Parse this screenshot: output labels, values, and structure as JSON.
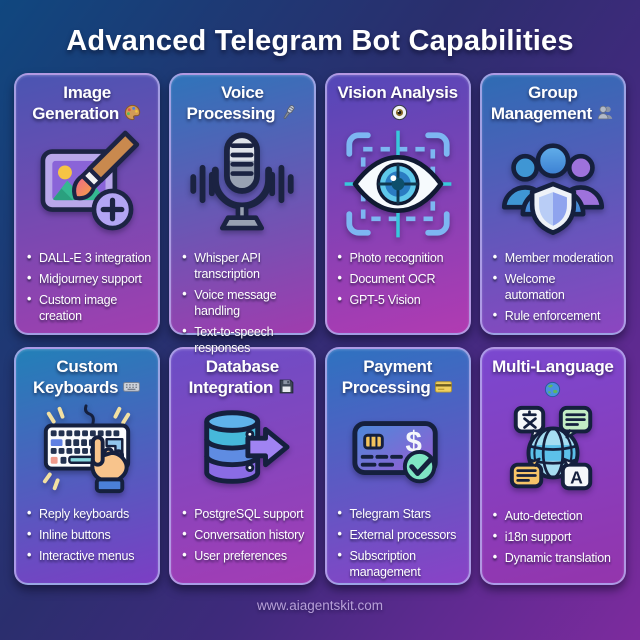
{
  "page": {
    "title": "Advanced Telegram Bot Capabilities",
    "footer": "www.aiagentskit.com"
  },
  "colors": {
    "background_top_left": "#10477f",
    "background_bottom_right": "#7d2b9e",
    "card_border": "#bab2f0",
    "title_text": "#ffffff",
    "bullet_text": "#ffffff",
    "footer_text": "#b7a0d8",
    "payment_check_green": "#7fe6c4",
    "icon_outline_navy": "#15203e"
  },
  "icon_text": {
    "payment_symbol": "$",
    "multilang_letter": "A"
  },
  "cards": [
    {
      "title": "Image Generation",
      "emoji": "🎨",
      "icon": "image-frame-with-paintbrush-and-plus",
      "gradient": [
        "#4a55b2",
        "#a13fb0"
      ],
      "bullets": [
        "DALL-E 3 integration",
        "Midjourney support",
        "Custom image creation"
      ]
    },
    {
      "title": "Voice Processing",
      "emoji": "🎤",
      "icon": "microphone-with-sound-waves",
      "gradient": [
        "#2f74ba",
        "#a03cae"
      ],
      "bullets": [
        "Whisper API transcription",
        "Voice message handling",
        "Text-to-speech responses"
      ]
    },
    {
      "title": "Vision Analysis",
      "emoji": "👁️",
      "icon": "eye-in-scan-frame",
      "gradient": [
        "#5348b8",
        "#b13bb2"
      ],
      "bullets": [
        "Photo recognition",
        "Document OCR",
        "GPT-5 Vision"
      ]
    },
    {
      "title": "Group Management",
      "emoji": "👥",
      "icon": "people-group-with-shield",
      "gradient": [
        "#2e6cb4",
        "#8c46c0"
      ],
      "bullets": [
        "Member moderation",
        "Welcome automation",
        "Rule enforcement"
      ]
    },
    {
      "title": "Custom Keyboards",
      "emoji": "⌨️",
      "icon": "keyboard-with-pointing-hand",
      "gradient": [
        "#2280b8",
        "#7c3ec4"
      ],
      "bullets": [
        "Reply keyboards",
        "Inline buttons",
        "Interactive menus"
      ]
    },
    {
      "title": "Database Integration",
      "emoji": "💾",
      "icon": "database-cylinder-with-arrow",
      "gradient": [
        "#6a4ec6",
        "#a43cb4"
      ],
      "bullets": [
        "PostgreSQL support",
        "Conversation history",
        "User preferences"
      ]
    },
    {
      "title": "Payment Processing",
      "emoji": "💳",
      "icon": "credit-card-with-checkmark",
      "gradient": [
        "#2e72c0",
        "#8a42c6"
      ],
      "bullets": [
        "Telegram Stars",
        "External processors",
        "Subscription management"
      ]
    },
    {
      "title": "Multi-Language",
      "emoji": "🌍",
      "icon": "globe-with-speech-bubbles",
      "gradient": [
        "#7a48d0",
        "#9435ac"
      ],
      "bullets": [
        "Auto-detection",
        "i18n support",
        "Dynamic translation"
      ]
    }
  ]
}
